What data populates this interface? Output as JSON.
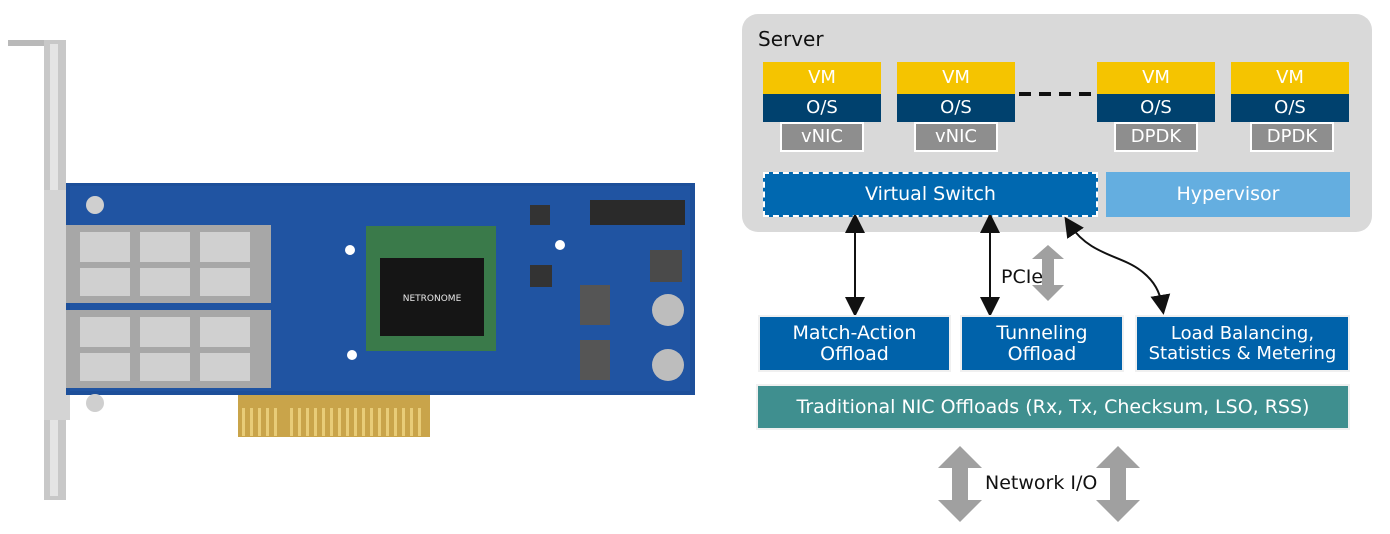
{
  "card": {
    "chip_label": "NETRONOME"
  },
  "diagram": {
    "server_label": "Server",
    "vm_stacks": [
      {
        "vm": "VM",
        "os": "O/S",
        "nic": "vNIC"
      },
      {
        "vm": "VM",
        "os": "O/S",
        "nic": "vNIC"
      },
      {
        "vm": "VM",
        "os": "O/S",
        "nic": "DPDK"
      },
      {
        "vm": "VM",
        "os": "O/S",
        "nic": "DPDK"
      }
    ],
    "virtual_switch": "Virtual Switch",
    "hypervisor": "Hypervisor",
    "pcie_label": "PCIe",
    "offloads": [
      {
        "line1": "Match-Action",
        "line2": "Offload"
      },
      {
        "line1": "Tunneling",
        "line2": "Offload"
      },
      {
        "line1": "Load Balancing,",
        "line2": "Statistics & Metering"
      }
    ],
    "traditional": "Traditional NIC Offloads (Rx, Tx, Checksum, LSO, RSS)",
    "network_io": "Network I/O",
    "colors": {
      "vm": "#f5c400",
      "os": "#00416e",
      "nic": "#8e8e8e",
      "switch": "#0068b0",
      "hypervisor": "#64aee0",
      "offload": "#0062aa",
      "traditional": "#3f8f8f",
      "arrow_gray": "#9a9a9a"
    }
  }
}
